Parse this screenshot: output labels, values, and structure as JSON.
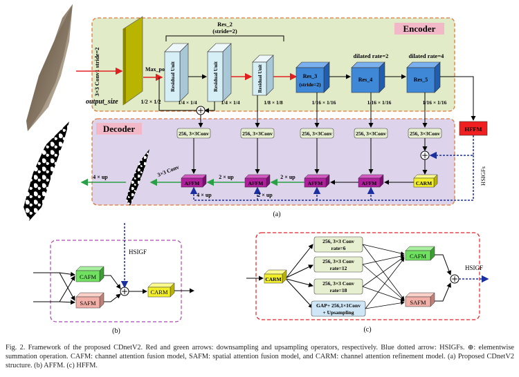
{
  "panel_a": {
    "encoder_title": "Encoder",
    "decoder_title": "Decoder",
    "conv1_label": "3×3 Conv1 stride=2",
    "output_size_label": "output_size",
    "max_pool_label": "Max_pool",
    "half_label": "1/2 × 1/2",
    "res2_label": "Res_2",
    "res2_stride": "(stride=2)",
    "residual_unit": "Residual Unit",
    "quarter_label": "1/4 × 1/4",
    "eighth_label": "1/8 × 1/8",
    "res3_label": "Res_3",
    "res3_stride": "(stride=2)",
    "res4_label": "Res_4",
    "res5_label": "Res_5",
    "dilated2": "dilated rate=2",
    "dilated4": "dilated rate=4",
    "sixteenth_label": "1/16 × 1/16",
    "conv_label": "256, 3×3Conv",
    "hffm_label": "HFFM",
    "hsigfs_label": "HSIGFs",
    "affm_label": "AFFM",
    "carm_label": "CARM",
    "up2_label": "2 × up",
    "up4_label": "4 × up",
    "conv3_label": "3×3 Conv",
    "caption": "(a)"
  },
  "panel_b": {
    "hsigf_label": "HSIGF",
    "cafm_label": "CAFM",
    "safm_label": "SAFM",
    "carm_label": "CARM",
    "caption": "(b)"
  },
  "panel_c": {
    "carm_label": "CARM",
    "rate6_l1": "256, 3×3 Conv",
    "rate6_l2": "rate=6",
    "rate12_l1": "256, 3×3 Conv",
    "rate12_l2": "rate=12",
    "rate18_l1": "256, 3×3 Conv",
    "rate18_l2": "rate=18",
    "gap_l1": "GAP+ 256,1×1Conv",
    "gap_l2": "+ Upsampling",
    "cafm_label": "CAFM",
    "safm_label": "SAFM",
    "hsigf_label": "HSIGF",
    "caption": "(c)"
  },
  "caption_text": "Fig. 2.   Framework of the proposed CDnetV2. Red and green arrows: downsampling and upsampling operators, respectively. Blue dotted arrow: HSIGFs. ⊕: elementwise summation operation. CAFM: channel attention fusion model, SAFM: spatial attention fusion model, and CARM: channel attention refinement model. (a) Proposed CDnetV2 structure. (b) AFFM. (c) HFFM.",
  "colors": {
    "encoder_bg": "#e2ebc8",
    "decoder_bg": "#ddd3ea",
    "dashed_border": "#e0783a",
    "red_arrow": "#e02020",
    "green_arrow": "#2aa046",
    "blue_dotted": "#1a2fa0",
    "affm_fill": "#b0209c",
    "carm_fill": "#f2ef2a",
    "hffm_fill": "#f02020",
    "cafm_fill": "#6fe060",
    "safm_fill": "#f2b0a8",
    "res_fill": "#3f88d8",
    "residual_unit_fill": "#d6eef6",
    "conv_box_fill": "#e6efcf",
    "title_bg": "#f2b8c8"
  }
}
